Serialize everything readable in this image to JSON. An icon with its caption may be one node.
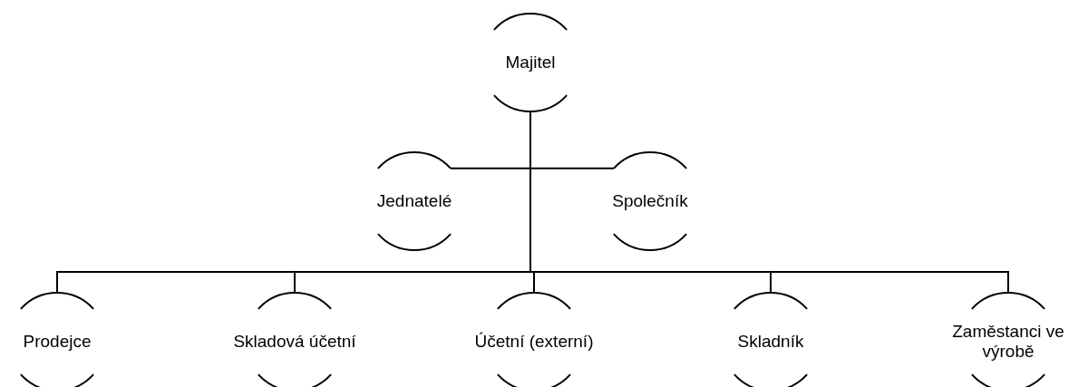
{
  "diagram": {
    "nodes": [
      {
        "text": [
          "Majitel"
        ]
      },
      {
        "text": [
          "Jednatelé"
        ]
      },
      {
        "text": [
          "Společník"
        ]
      },
      {
        "text": [
          "Prodejce"
        ]
      },
      {
        "text": [
          "Skladová účetní"
        ]
      },
      {
        "text": [
          "Účetní (externí)"
        ]
      },
      {
        "text": [
          "Skladník"
        ]
      },
      {
        "text": [
          "Zaměstanci ve výrobě"
        ]
      }
    ],
    "edges": [
      {
        "from": 0,
        "to": 1,
        "arrow": "none"
      },
      {
        "from": 0,
        "to": 2,
        "arrow": "none"
      },
      {
        "from": 0,
        "to": 3,
        "arrow": "none"
      },
      {
        "from": 0,
        "to": 4,
        "arrow": "none"
      },
      {
        "from": 0,
        "to": 5,
        "arrow": "none"
      },
      {
        "from": 0,
        "to": 6,
        "arrow": "none"
      },
      {
        "from": 0,
        "to": 7,
        "arrow": "none"
      }
    ]
  }
}
